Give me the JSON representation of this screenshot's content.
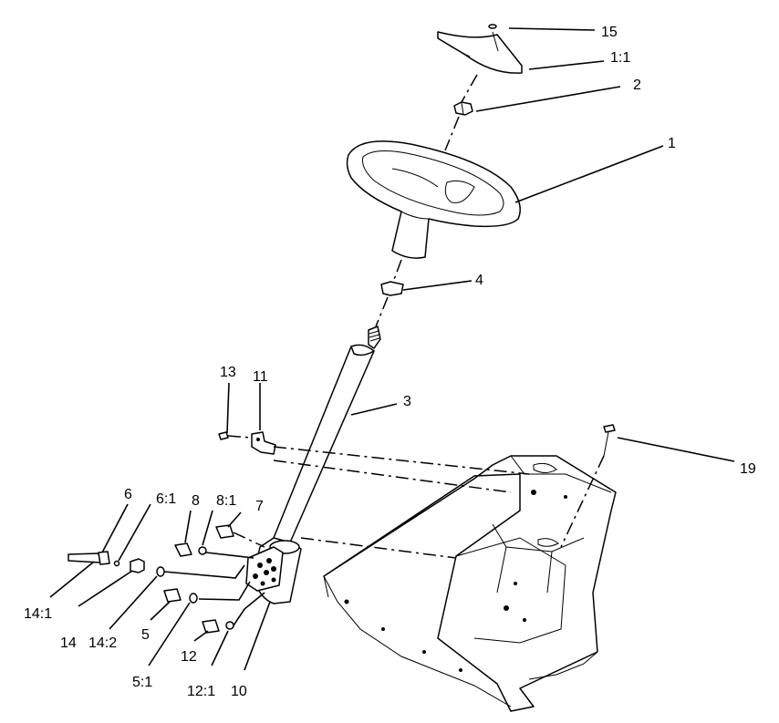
{
  "diagram": {
    "callouts": {
      "c15": "15",
      "c1_1": "1:1",
      "c2": "2",
      "c1": "1",
      "c4": "4",
      "c3": "3",
      "c13": "13",
      "c11": "11",
      "c19": "19",
      "c6": "6",
      "c6_1": "6:1",
      "c8": "8",
      "c8_1": "8:1",
      "c7": "7",
      "c14_1": "14:1",
      "c14": "14",
      "c14_2": "14:2",
      "c5": "5",
      "c5_1": "5:1",
      "c12": "12",
      "c12_1": "12:1",
      "c10": "10"
    }
  }
}
